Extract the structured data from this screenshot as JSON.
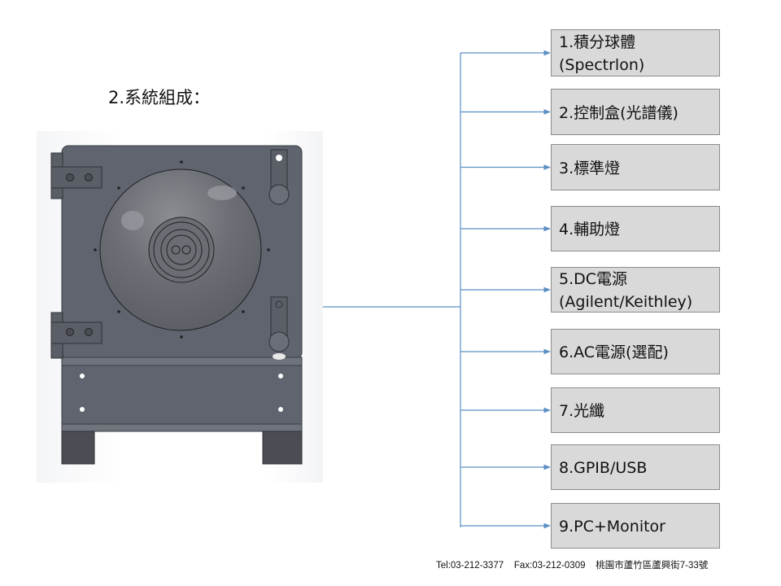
{
  "title": "2.系統組成：",
  "image": {
    "subject": "integrating-sphere-instrument-front-view"
  },
  "components": [
    {
      "lines": [
        "1.積分球體",
        "(Spectrlon)"
      ]
    },
    {
      "lines": [
        "2.控制盒(光譜儀)"
      ]
    },
    {
      "lines": [
        "3.標準燈"
      ]
    },
    {
      "lines": [
        "4.輔助燈"
      ]
    },
    {
      "lines": [
        "5.DC電源",
        "(Agilent/Keithley)"
      ]
    },
    {
      "lines": [
        "6.AC電源(選配)"
      ]
    },
    {
      "lines": [
        "7.光纖"
      ]
    },
    {
      "lines": [
        "8.GPIB/USB"
      ]
    },
    {
      "lines": [
        "9.PC+Monitor"
      ]
    }
  ],
  "footer": "Tel:03-212-3377    Fax:03-212-0309    桃園市蘆竹區蘆興街7-33號",
  "colors": {
    "connector": "#5b8fc4",
    "box_fill": "#d9d9d9",
    "box_border": "#8c8c8c",
    "machine": "#5f646e"
  }
}
